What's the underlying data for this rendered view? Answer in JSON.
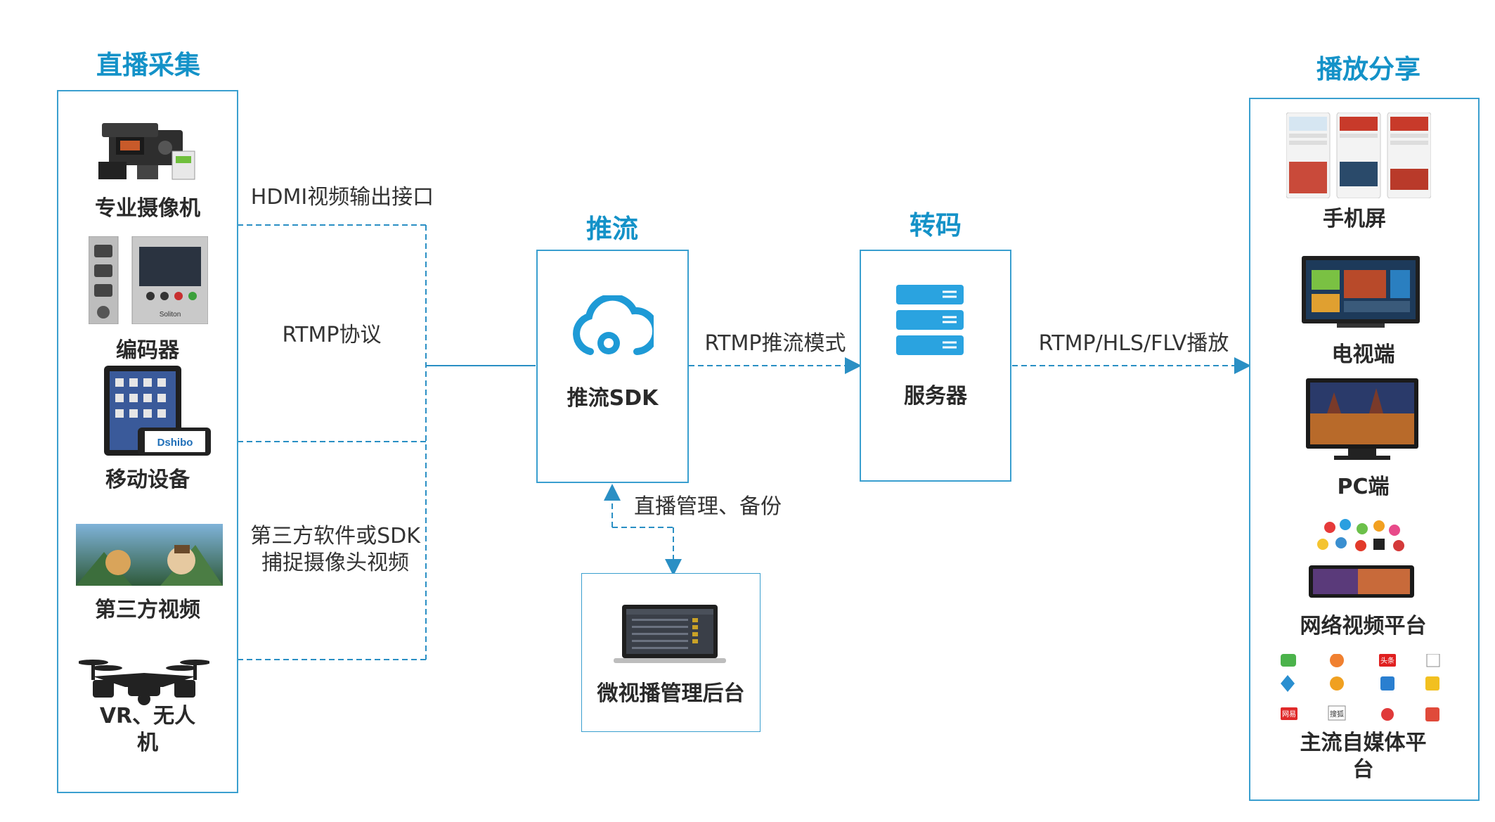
{
  "sections": {
    "capture": "直播采集",
    "push": "推流",
    "transcode": "转码",
    "share": "播放分享"
  },
  "sources": {
    "camera": "专业摄像机",
    "encoder": "编码器",
    "mobile": "移动设备",
    "third_party_video": "第三方视频",
    "vr_drone_line1": "VR、无人",
    "vr_drone_line2": "机"
  },
  "connectors": {
    "hdmi": "HDMI视频输出接口",
    "rtmp_protocol": "RTMP协议",
    "third_party_line1": "第三方软件或SDK",
    "third_party_line2": "捕捉摄像头视频",
    "rtmp_push_mode": "RTMP推流模式",
    "playback_protocols": "RTMP/HLS/FLV播放",
    "manage_backup": "直播管理、备份"
  },
  "nodes": {
    "push_sdk": "推流SDK",
    "server": "服务器",
    "backend": "微视播管理后台"
  },
  "targets": {
    "phone": "手机屏",
    "tv": "电视端",
    "pc": "PC端",
    "network_video": "网络视频平台",
    "self_media_line1": "主流自媒体平",
    "self_media_line2": "台"
  },
  "encoder_brand": "Soliton",
  "mobile_brand": "Dshibo",
  "self_media_icons": [
    "头条",
    "网易",
    "搜狐"
  ],
  "colors": {
    "accent": "#1492c8",
    "border": "#3a9fcf"
  }
}
